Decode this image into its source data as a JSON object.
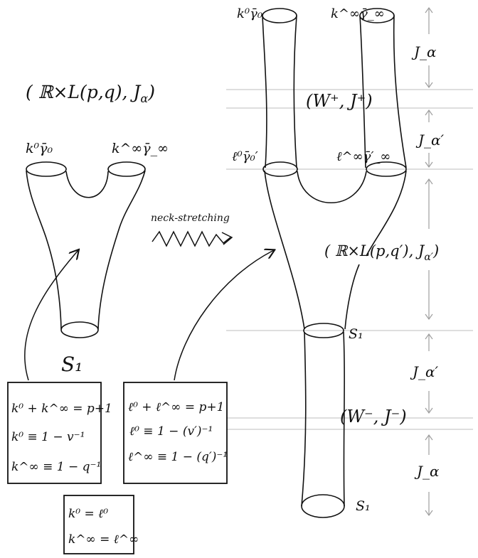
{
  "left_title": "( ℝ×L(p,q), J_α )",
  "left_title_main": "( ℝ×L(p,q), J",
  "left_title_sub": "α",
  "left_title_close": ")",
  "left_top_label_a": "k⁰γ̄₀",
  "left_top_label_b": "k^∞γ̄_∞",
  "left_bottom_label": "S₁",
  "neck_label": "neck-stretching",
  "right_top_label_a": "k⁰γ̄₀",
  "right_top_label_b": "k^∞γ̄_∞",
  "right_mid_label_a": "ℓ⁰γ̄₀′",
  "right_mid_label_b": "ℓ^∞γ̄′_∞",
  "right_mid_right_label": "( ℝ×L(p,q′), J_α′ )",
  "right_mid_right_main": "( ℝ×L(p,q′), J",
  "right_mid_right_sub": "α′",
  "right_mid_right_close": ")",
  "w_plus_label": "(W⁺, J⁺)",
  "w_minus_label": "(W⁻, J⁻)",
  "s1_mid_label": "S₁",
  "s1_bottom_label": "S₁",
  "right_scale": [
    {
      "label": "J_α"
    },
    {
      "label": "J_α′"
    },
    {
      "label": "J_α′"
    },
    {
      "label": "J_α"
    }
  ],
  "box1_lines": [
    "k⁰ + k^∞ = p+1",
    "k⁰ ≡ 1 − v⁻¹",
    "k^∞ ≡ 1 − q⁻¹"
  ],
  "box2_lines": [
    "ℓ⁰ + ℓ^∞ = p+1",
    "ℓ⁰ ≡ 1 − (v′)⁻¹",
    "ℓ^∞ ≡ 1 − (q′)⁻¹"
  ],
  "box3_lines": [
    "k⁰ = ℓ⁰",
    "k^∞ = ℓ^∞"
  ]
}
